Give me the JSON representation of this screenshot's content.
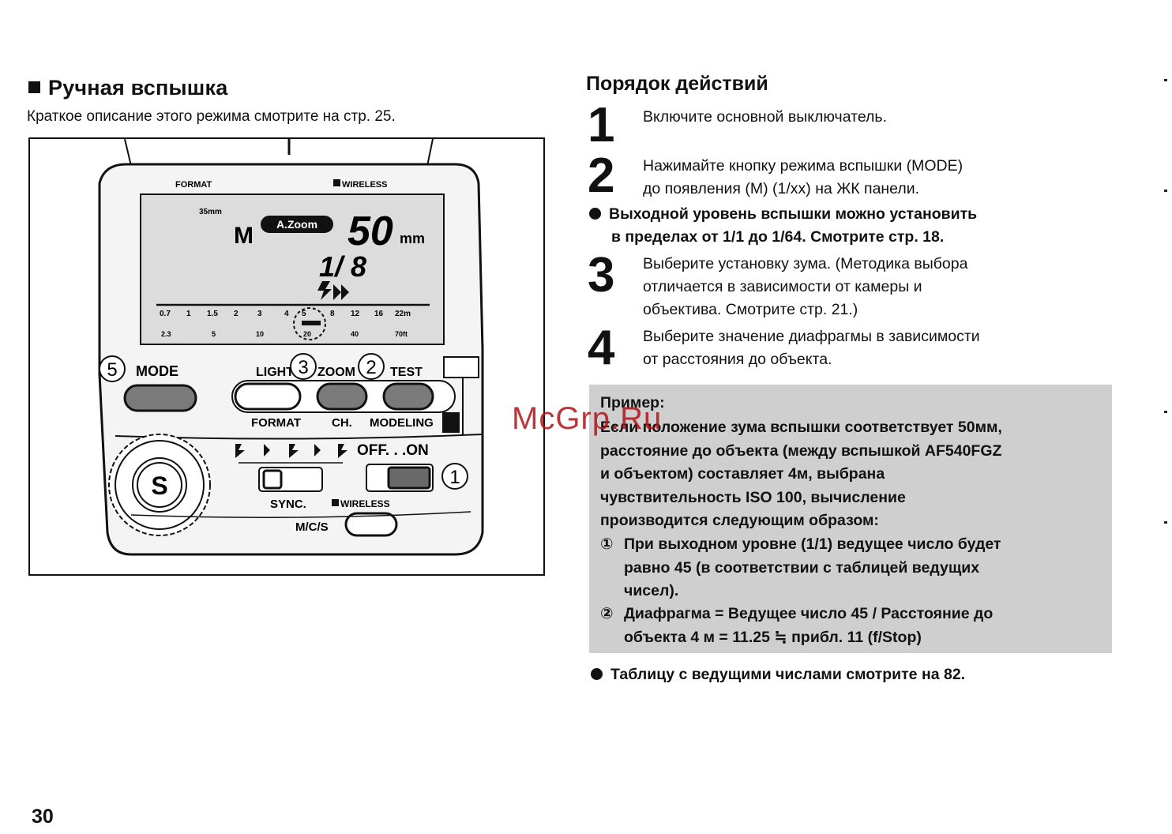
{
  "left": {
    "heading": "Ручная вспышка",
    "subtitle": "Краткое описание этого режима смотрите на стр. 25."
  },
  "diagram": {
    "lcd": {
      "format_label": "FORMAT",
      "wireless_label": "WIRELESS",
      "focal_small": "35mm",
      "mode": "M",
      "zoom_badge": "A.Zoom",
      "focal": "50",
      "focal_unit": "mm",
      "power": "1/ 8",
      "scale_top": [
        "0.7",
        "1",
        "1.5",
        "2",
        "3",
        "4",
        "5",
        "8",
        "12",
        "16",
        "22m"
      ],
      "scale_bottom": [
        "2.3",
        "5",
        "10",
        "20",
        "40",
        "70ft"
      ]
    },
    "buttons": {
      "mode_label": "MODE",
      "light_label": "LIGHT",
      "zoom_label": "ZOOM",
      "test_label": "TEST",
      "format_label": "FORMAT",
      "ch_label": "CH.",
      "modeling_label": "MODELING",
      "dial_label": "S",
      "power_switch": "OFF. . .ON",
      "sync_label": "SYNC.",
      "wireless_label": "WIRELESS",
      "mcs_label": "M/C/S"
    },
    "callouts": [
      "1",
      "2",
      "3",
      "5"
    ]
  },
  "right": {
    "heading": "Порядок действий",
    "steps": [
      {
        "num": "1",
        "text": [
          "Включите основной выключатель."
        ]
      },
      {
        "num": "2",
        "text": [
          "Нажимайте кнопку режима вспышки (MODE)",
          "до появления (М) (1/хх) на ЖК панели."
        ]
      },
      {
        "num": "3",
        "text": [
          "Выберите установку зума. (Методика выбора",
          "отличается в зависимости от камеры и",
          "объектива. Смотрите стр. 21.)"
        ]
      },
      {
        "num": "4",
        "text": [
          "Выберите значение диафрагмы в зависимости",
          "от расстояния до объекта."
        ]
      }
    ],
    "note_after_step2": [
      "Выходной уровень вспышки можно установить",
      "в пределах от 1/1 до 1/64. Смотрите стр. 18."
    ],
    "example": {
      "title": "Пример:",
      "lines": [
        "Если положение зума вспышки соответствует 50мм,",
        "расстояние до объекта (между вспышкой AF540FGZ",
        "и объектом) составляет 4м, выбрана",
        "чувствительность ISO 100, вычисление",
        "производится следующим образом:"
      ],
      "items": [
        {
          "marker": "①",
          "lines": [
            "При выходном уровне (1/1) ведущее число будет",
            "равно 45 (в соответствии с таблицей ведущих",
            "чисел)."
          ]
        },
        {
          "marker": "②",
          "lines": [
            "Диафрагма = Ведущее число 45 / Расстояние до",
            "объекта 4 м = 11.25 ≒ прибл. 11 (f/Stop)"
          ]
        }
      ]
    },
    "final_note": "Таблицу с ведущими числами смотрите на 82."
  },
  "watermark": "McGrp.Ru",
  "page_number": "30"
}
